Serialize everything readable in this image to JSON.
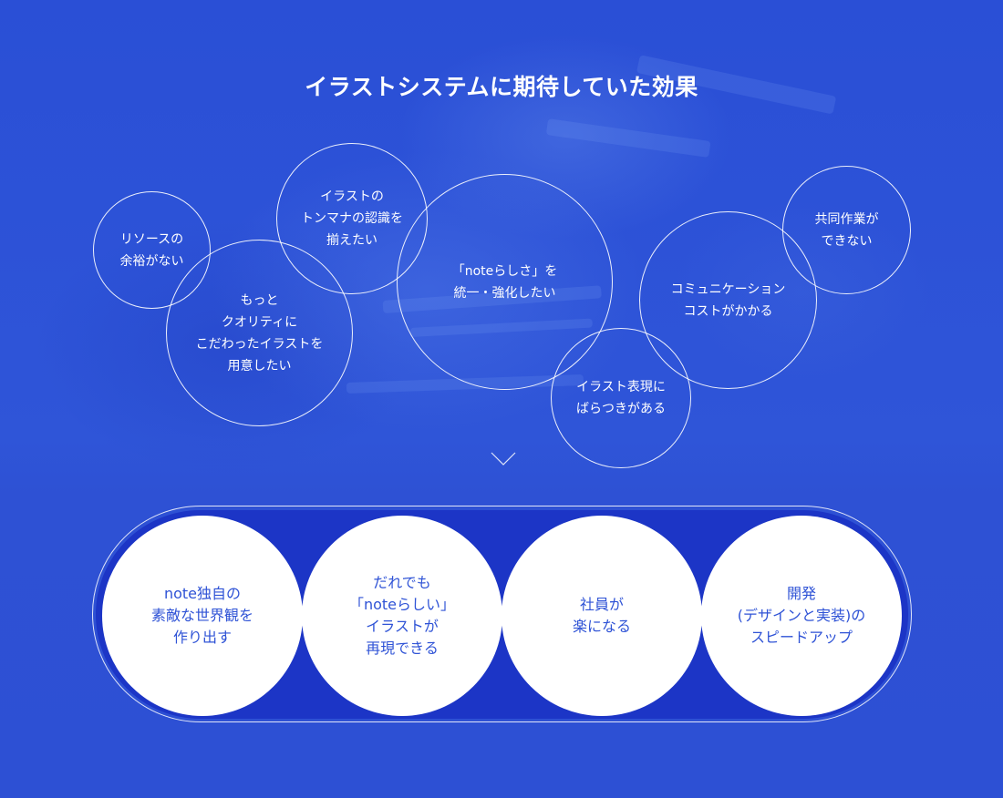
{
  "title": "イラストシステムに期待していた効果",
  "colors": {
    "background": "#2d50d4",
    "pill_fill": "#1c35c6",
    "circle_fill": "#ffffff",
    "effect_text": "#2f53d6",
    "bubble_stroke": "#ffffff"
  },
  "issues": [
    {
      "text": "リソースの\n余裕がない"
    },
    {
      "text": "もっと\nクオリティに\nこだわったイラストを\n用意したい"
    },
    {
      "text": "イラストの\nトンマナの認識を\n揃えたい"
    },
    {
      "text": "「noteらしさ」を\n統一・強化したい"
    },
    {
      "text": "イラスト表現に\nばらつきがある"
    },
    {
      "text": "コミュニケーション\nコストがかかる"
    },
    {
      "text": "共同作業が\nできない"
    }
  ],
  "arrow": {
    "icon": "chevron-down-icon"
  },
  "effects": [
    {
      "text": "note独自の\n素敵な世界観を\n作り出す"
    },
    {
      "text": "だれでも\n「noteらしい」\nイラストが\n再現できる"
    },
    {
      "text": "社員が\n楽になる"
    },
    {
      "text": "開発\n(デザインと実装)の\nスピードアップ"
    }
  ]
}
